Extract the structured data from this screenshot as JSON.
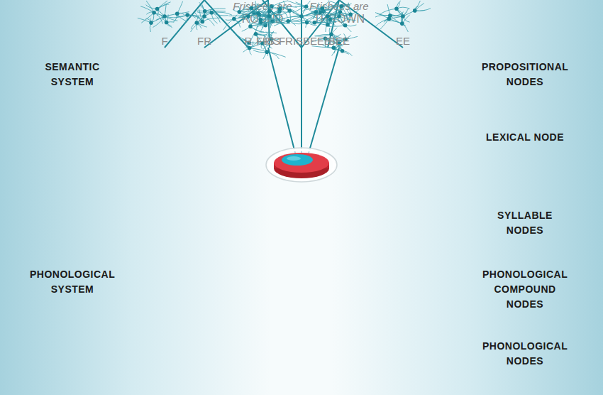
{
  "diagram": {
    "nodes": [
      {
        "text": [
          "Frisbees are",
          "ROUND"
        ]
      },
      {
        "text": [
          "Frisbees are",
          "THROWN"
        ]
      },
      {
        "text": [
          "FRISBEE"
        ]
      },
      {
        "text": [
          "FRIS"
        ]
      },
      {
        "text": [
          "BEE"
        ]
      },
      {
        "text": [
          "FR"
        ]
      },
      {
        "text": [
          "IS"
        ]
      },
      {
        "text": [
          "B"
        ]
      },
      {
        "text": [
          "EE"
        ]
      },
      {
        "text": [
          "F"
        ]
      },
      {
        "text": [
          "R"
        ]
      }
    ],
    "edges": [
      {
        "from": 0,
        "to": 2,
        "arrow": "none"
      },
      {
        "from": 1,
        "to": 2,
        "arrow": "none"
      },
      {
        "from": 2,
        "to": 3,
        "arrow": "none"
      },
      {
        "from": 2,
        "to": 4,
        "arrow": "none"
      },
      {
        "from": 3,
        "to": 5,
        "arrow": "none"
      },
      {
        "from": 3,
        "to": 6,
        "arrow": "none"
      },
      {
        "from": 4,
        "to": 7,
        "arrow": "none"
      },
      {
        "from": 4,
        "to": 8,
        "arrow": "none"
      },
      {
        "from": 5,
        "to": 9,
        "arrow": "none"
      },
      {
        "from": 5,
        "to": 10,
        "arrow": "none"
      }
    ],
    "labels": [
      "SEMANTIC SYSTEM",
      "PROPOSITIONAL NODES",
      "LEXICAL NODE",
      "SYLLABLE NODES",
      "PHONOLOGICAL SYSTEM",
      "PHONOLOGICAL COMPOUND NODES",
      "PHONOLOGICAL NODES"
    ]
  }
}
